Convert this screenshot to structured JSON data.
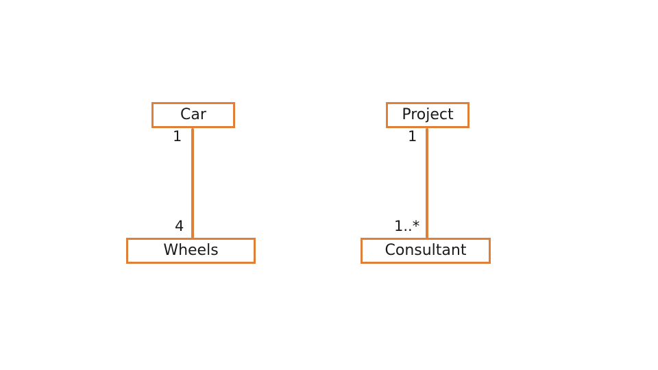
{
  "diagram": {
    "associations": [
      {
        "top_class": "Car",
        "top_multiplicity": "1",
        "bottom_class": "Wheels",
        "bottom_multiplicity": "4"
      },
      {
        "top_class": "Project",
        "top_multiplicity": "1",
        "bottom_class": "Consultant",
        "bottom_multiplicity": "1..*"
      }
    ]
  },
  "colors": {
    "box_border": "#e07f38",
    "line": "#e07f38",
    "text": "#1a1a1a"
  }
}
